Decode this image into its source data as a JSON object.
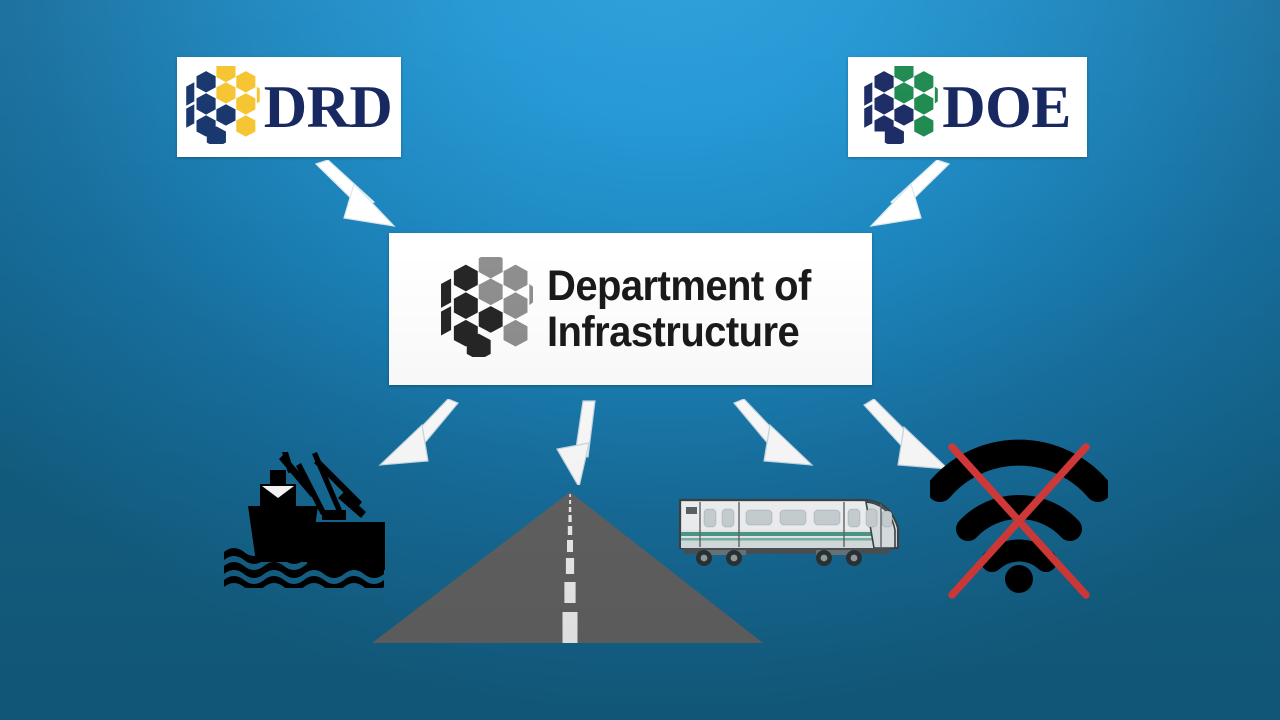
{
  "slide": {
    "background_color_top": "#2b9edb",
    "background_color_bottom": "#135f83"
  },
  "nodes": {
    "drd": {
      "label": "DRD",
      "logo_name": "honeycomb-logo-navy-gold",
      "logo_colors": {
        "primary": "#16356b",
        "accent": "#f6c430"
      }
    },
    "doe": {
      "label": "DOE",
      "logo_name": "honeycomb-logo-navy-green",
      "logo_colors": {
        "primary": "#1b2a63",
        "accent": "#1d8a4f"
      }
    },
    "center": {
      "title": "Department of\nInfrastructure",
      "title_line1": "Department of",
      "title_line2": "Infrastructure",
      "logo_name": "honeycomb-logo-black-gray",
      "logo_colors": {
        "primary": "#262626",
        "accent": "#8f8f8f"
      }
    }
  },
  "arrows": [
    {
      "name": "arrow-drd-to-center",
      "direction": "down-right",
      "color": "#ffffff"
    },
    {
      "name": "arrow-doe-to-center",
      "direction": "down-left",
      "color": "#ffffff"
    },
    {
      "name": "arrow-center-to-port",
      "direction": "down-left",
      "color": "#ffffff"
    },
    {
      "name": "arrow-center-to-road",
      "direction": "down",
      "color": "#ffffff"
    },
    {
      "name": "arrow-center-to-rail",
      "direction": "down-right",
      "color": "#ffffff"
    },
    {
      "name": "arrow-center-to-telecom",
      "direction": "down-right",
      "color": "#ffffff"
    }
  ],
  "sectors": [
    {
      "name": "port-icon",
      "description": "Ship, harbour crane and water waves",
      "color": "#000000"
    },
    {
      "name": "road-icon",
      "description": "Perspective highway with dashed centre line",
      "surface_color": "#636363",
      "line_color": "#f2f2f2"
    },
    {
      "name": "train-icon",
      "description": "Commuter passenger train",
      "body_color": "#eef1f2",
      "stripe_color": "#4f9e8f"
    },
    {
      "name": "telecom-disabled-icon",
      "description": "Wi-Fi signal crossed out in red",
      "signal_color": "#000000",
      "cross_color": "#d93b3b"
    }
  ]
}
